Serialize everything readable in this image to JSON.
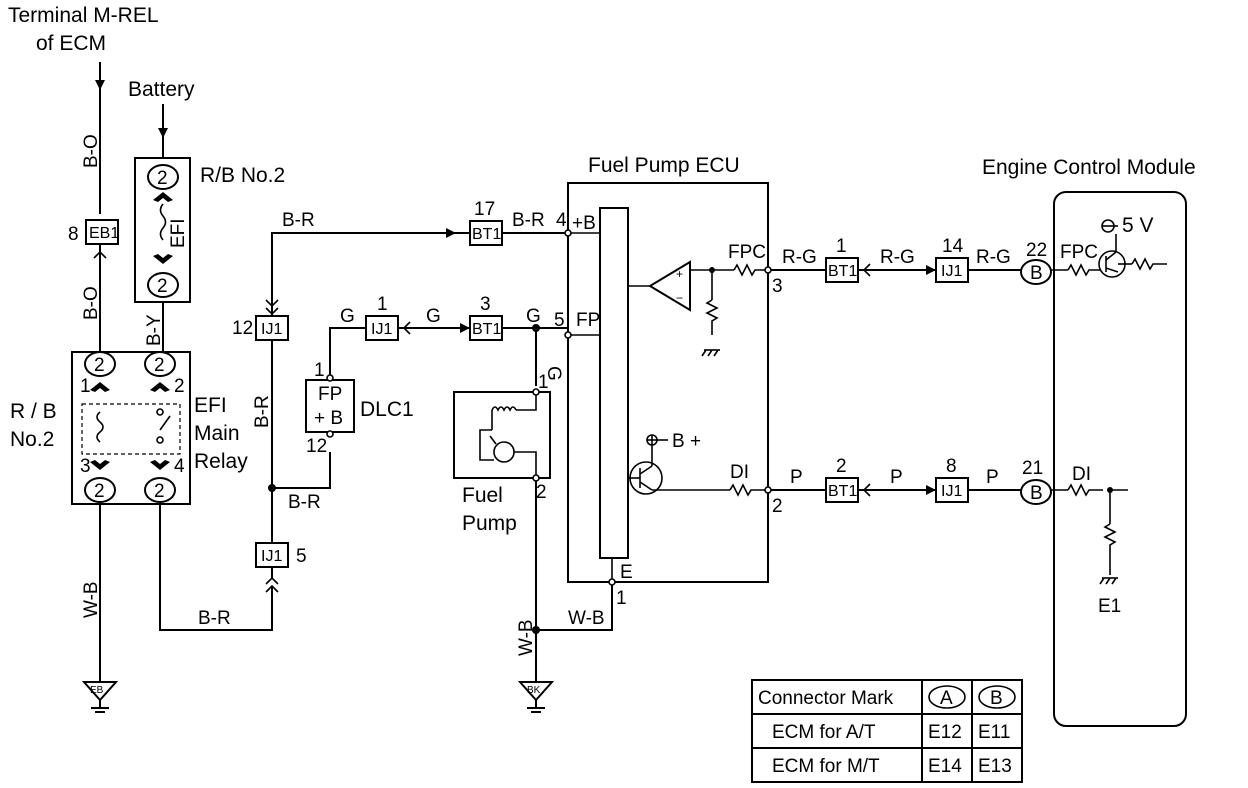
{
  "labels": {
    "terminal_1": "Terminal M-REL",
    "terminal_2": "of ECM",
    "battery": "Battery",
    "rb_top": "R/B  No.2",
    "rb_left_1": "R / B",
    "rb_left_2": "No.2",
    "efi_fuse": "EFI",
    "efi_relay_1": "EFI",
    "efi_relay_2": "Main",
    "efi_relay_3": "Relay",
    "dlc1": "DLC1",
    "fp": "FP",
    "plus_b": "+ B",
    "fuel_pump_1": "Fuel",
    "fuel_pump_2": "Pump",
    "fuel_pump_ecu": "Fuel Pump ECU",
    "ecm": "Engine Control Module",
    "plus_b_term": "+B",
    "fp_term": "FP",
    "fpc_ecu": "FPC",
    "di_ecu": "DI",
    "e_term": "E",
    "b_plus": "B +",
    "five_v": "5 V",
    "fpc_ecm": "FPC",
    "di_ecm": "DI",
    "e1": "E1",
    "ground_eb": "EB",
    "ground_bk": "BK"
  },
  "wires": {
    "b_o_top": "B-O",
    "b_o_mid": "B-O",
    "b_y": "B-Y",
    "b_r_top": "B-R",
    "b_r_bt1": "B-R",
    "b_r_vert": "B-R",
    "b_r_mid": "B-R",
    "b_r_bottom": "B-R",
    "w_b_left": "W-B",
    "w_b_vert": "W-B",
    "w_b_horiz": "W-B",
    "g_left": "G",
    "g_mid": "G",
    "g_right": "G",
    "g_vert": "G",
    "r_g_1": "R-G",
    "r_g_2": "R-G",
    "r_g_3": "R-G",
    "p_1": "P",
    "p_2": "P",
    "p_3": "P"
  },
  "connectors": {
    "eb1": "EB1",
    "eb1_pin": "8",
    "ij1_12": "IJ1",
    "ij1_12_pin": "12",
    "ij1_5": "IJ1",
    "ij1_5_pin": "5",
    "ij1_g": "IJ1",
    "ij1_g_pin": "1",
    "bt1_g": "BT1",
    "bt1_g_pin": "3",
    "bt1_br": "BT1",
    "bt1_br_pin": "17",
    "bt1_rg": "BT1",
    "bt1_rg_pin": "1",
    "ij1_rg": "IJ1",
    "ij1_rg_pin": "14",
    "bt1_p": "BT1",
    "bt1_p_pin": "2",
    "ij1_p": "IJ1",
    "ij1_p_pin": "8",
    "ecm_b_22": "B",
    "ecm_22_pin": "22",
    "ecm_b_21": "B",
    "ecm_21_pin": "21"
  },
  "pins": {
    "rb_fuse_top": "2",
    "rb_fuse_bottom": "2",
    "relay_tl": "2",
    "relay_tr": "2",
    "relay_bl": "2",
    "relay_br": "2",
    "relay_1": "1",
    "relay_2": "2",
    "relay_3": "3",
    "relay_4": "4",
    "dlc1_1": "1",
    "dlc1_12": "12",
    "pump_1": "1",
    "pump_2": "2",
    "ecu_4": "4",
    "ecu_5": "5",
    "ecu_3": "3",
    "ecu_2": "2",
    "ecu_1": "1"
  },
  "connector_table": {
    "header": [
      "Connector Mark",
      "A",
      "B"
    ],
    "rows": [
      [
        "ECM for A/T",
        "E12",
        "E11"
      ],
      [
        "ECM for M/T",
        "E14",
        "E13"
      ]
    ]
  }
}
